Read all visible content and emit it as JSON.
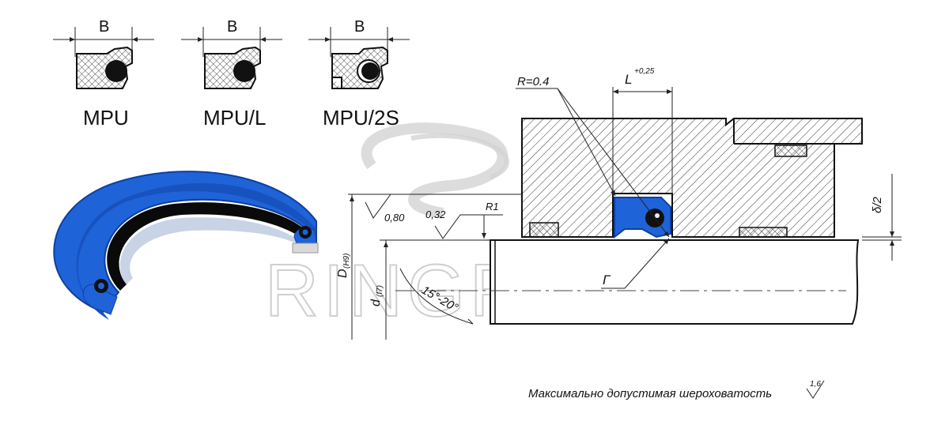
{
  "profiles": [
    {
      "dimension_label": "B",
      "name": "MPU"
    },
    {
      "dimension_label": "B",
      "name": "MPU/L"
    },
    {
      "dimension_label": "B",
      "name": "MPU/2S"
    }
  ],
  "drawing": {
    "radius_label": "R=0.4",
    "groove_length_label": "L",
    "groove_length_tolerance": "+0,25",
    "roughness_1": "0,80",
    "roughness_2": "0,32",
    "radius_r1": "R1",
    "bore_diameter": "D",
    "bore_fit": "(H9)",
    "rod_diameter": "d",
    "rod_fit": "(f7)",
    "chamfer_angle": "15°-20°",
    "gamma_label": "Г",
    "gap_label": "δ/2"
  },
  "watermark": "RINGROUP",
  "footer": {
    "text": "Максимально допустимая шероховатость",
    "roughness_value": "1,6"
  },
  "colors": {
    "seal_blue": "#1f63d8",
    "seal_blue_dark": "#0f3f9e",
    "oring_black": "#111111",
    "line": "#222222",
    "watermark": "#cfcfcf"
  }
}
